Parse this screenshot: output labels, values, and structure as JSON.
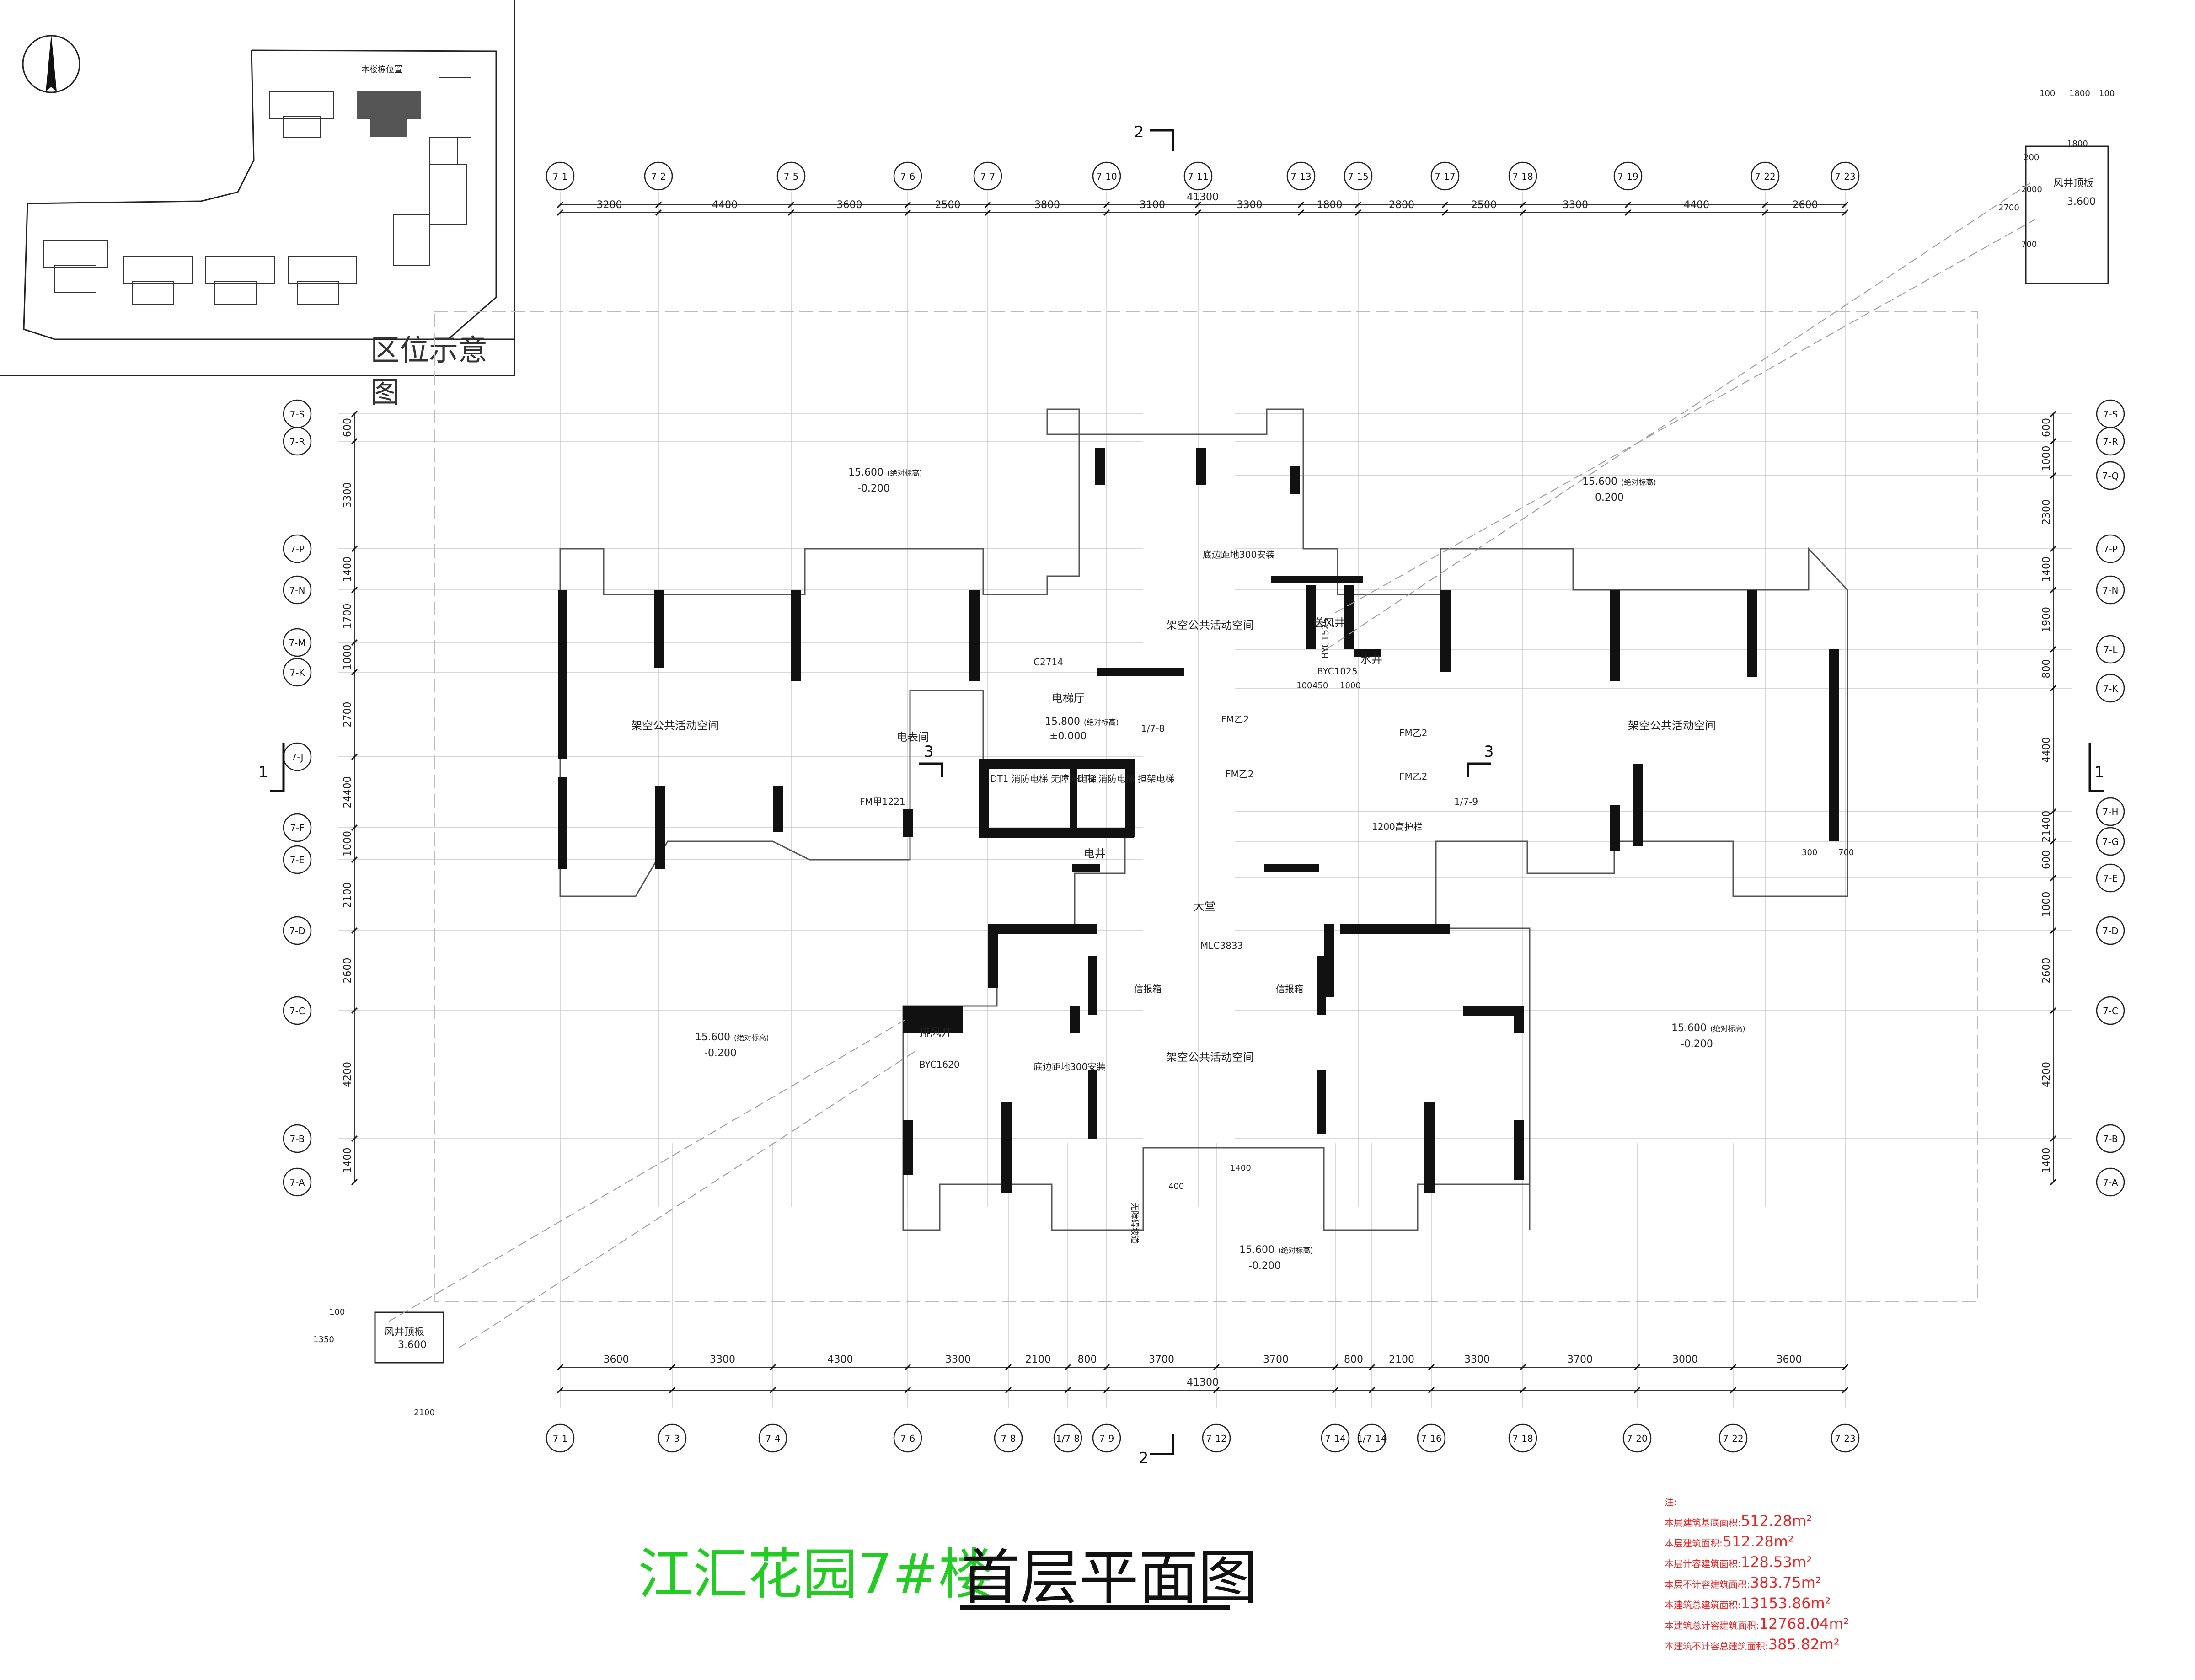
{
  "key_plan": {
    "caption": "区位示意图",
    "north_label": "北",
    "this_building_label": "本楼栋位置"
  },
  "title": {
    "main": "江汇花园7#楼",
    "sub": "首层平面图"
  },
  "axes": {
    "top": [
      "7-1",
      "7-2",
      "7-5",
      "7-6",
      "7-7",
      "7-10",
      "7-11",
      "7-13",
      "7-15",
      "7-17",
      "7-18",
      "7-19",
      "7-22",
      "7-23"
    ],
    "top_dims": [
      "3200",
      "4400",
      "3600",
      "2500",
      "3800",
      "3100",
      "3300",
      "1800",
      "2800",
      "2500",
      "3300",
      "4400",
      "2600"
    ],
    "top_total": "41300",
    "bottom": [
      "7-1",
      "7-3",
      "7-4",
      "7-6",
      "7-8",
      "1/7-8",
      "7-9",
      "7-12",
      "7-14",
      "1/7-14",
      "7-16",
      "7-18",
      "7-20",
      "7-22",
      "7-23"
    ],
    "bottom_dims": [
      "3600",
      "3300",
      "4300",
      "3300",
      "2100",
      "800",
      "3700",
      "3700",
      "800",
      "2100",
      "3300",
      "3700",
      "3000",
      "3600"
    ],
    "bottom_total": "41300",
    "left": [
      "7-S",
      "7-R",
      "7-P",
      "7-N",
      "7-M",
      "7-K",
      "7-J",
      "7-F",
      "7-E",
      "7-D",
      "7-C",
      "7-B",
      "7-A"
    ],
    "left_dims": [
      "600",
      "3300",
      "1400",
      "1700",
      "1000",
      "2700",
      "24400",
      "1000",
      "2100",
      "2600",
      "4200",
      "1400"
    ],
    "right": [
      "7-S",
      "7-R",
      "7-Q",
      "7-P",
      "7-N",
      "7-L",
      "7-K",
      "7-H",
      "7-G",
      "7-E",
      "7-D",
      "7-C",
      "7-B",
      "7-A"
    ],
    "right_dims": [
      "600",
      "1000",
      "2300",
      "1400",
      "1900",
      "800",
      "4400",
      "21400",
      "600",
      "1000",
      "2600",
      "4200",
      "1400"
    ]
  },
  "section_marks": [
    "2",
    "2",
    "1",
    "1",
    "3",
    "3"
  ],
  "rooms": {
    "pilotis": "架空公共活动空间",
    "elevator_hall": "电梯厅",
    "meter_room": "电表间",
    "lobby": "大堂",
    "exhaust_shaft": "排风井",
    "exhaust_shaft_2": "送风井",
    "water_shaft": "水井",
    "electric_shaft": "电井",
    "elevators": [
      "DT1 消防电梯 无障碍电梯",
      "DT2 消防电梯 担架电梯"
    ]
  },
  "elevations": {
    "outdoor": "15.600",
    "outdoor_rel": "-0.200",
    "abs_note": "(绝对标高)",
    "hall": "15.800",
    "hall_rel": "±0.000",
    "shaft_roof": "3.600",
    "shaft_roof_label": "风井顶板"
  },
  "tags": {
    "window_c2714": "C2714",
    "door_fm": "FM甲1221",
    "door_mlc": "MLC3833",
    "shutter_byc1525": "BYC1525",
    "shutter_byc1025": "BYC1025",
    "shutter_byc1620": "BYC1620",
    "fmz2": "FM乙2",
    "letterbox": "信报箱",
    "sill_note": "底边距地300安装",
    "sill_note_2": "底边距地300安装",
    "stair_1200": "1200高护栏",
    "ramp": "无障碍坡道",
    "mark_1_7_8": "1/7-8",
    "mark_1_7_9": "1/7-9",
    "dims_small": [
      "100",
      "450",
      "1000",
      "300",
      "700",
      "1800",
      "1400",
      "400",
      "2100",
      "1350",
      "100",
      "2700",
      "2000",
      "700",
      "200",
      "1800",
      "100",
      "100"
    ]
  },
  "notes": {
    "header": "注:",
    "rows": [
      {
        "label": "本层建筑基底面积:",
        "value": "512.28m²"
      },
      {
        "label": "本层建筑面积:",
        "value": "512.28m²"
      },
      {
        "label": "本层计容建筑面积:",
        "value": "128.53m²"
      },
      {
        "label": "本层不计容建筑面积:",
        "value": "383.75m²"
      },
      {
        "label": "本建筑总建筑面积:",
        "value": "13153.86m²"
      },
      {
        "label": "本建筑总计容建筑面积:",
        "value": "12768.04m²"
      },
      {
        "label": "本建筑不计容总建筑面积:",
        "value": "385.82m²"
      }
    ]
  }
}
